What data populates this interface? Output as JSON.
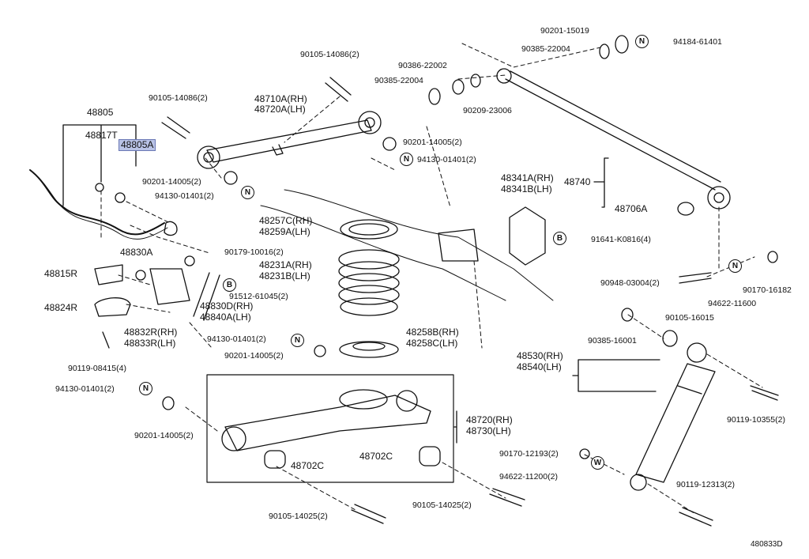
{
  "labels": {
    "p90201_15019": "90201-15019",
    "p90385_22004a": "90385-22004",
    "p94184_61401": "94184-61401",
    "p90386_22002": "90386-22002",
    "p90385_22004b": "90385-22004",
    "p90209_23006": "90209-23006",
    "p90105_14086a": "90105-14086(2)",
    "p90105_14086b": "90105-14086(2)",
    "p48710A": "48710A(RH)",
    "p48720A": "48720A(LH)",
    "p48805": "48805",
    "p48817T": "48817T",
    "p48805A": "48805A",
    "p90201_14005a": "90201-14005(2)",
    "p94130_01401a": "94130-01401(2)",
    "p90201_14005b": "90201-14005(2)",
    "p94130_01401b": "94130-01401(2)",
    "p48341A": "48341A(RH)",
    "p48341B": "48341B(LH)",
    "p48740": "48740",
    "p48706A": "48706A",
    "p48257C": "48257C(RH)",
    "p48259A": "48259A(LH)",
    "p91641": "91641-K0816(4)",
    "p90179": "90179-10016(2)",
    "p48830A": "48830A",
    "p48815R": "48815R",
    "p48231A": "48231A(RH)",
    "p48231B": "48231B(LH)",
    "p91512": "91512-61045(2)",
    "p48830D": "48830D(RH)",
    "p48840A": "48840A(LH)",
    "p48824R": "48824R",
    "p90948": "90948-03004(2)",
    "p90105_16015": "90105-16015",
    "p94622_11600": "94622-11600",
    "p90170_16182": "90170-16182",
    "p48832R": "48832R(RH)",
    "p48833R": "48833R(LH)",
    "p94130_01401c": "94130-01401(2)",
    "p90201_14005c": "90201-14005(2)",
    "p48258B": "48258B(RH)",
    "p48258C": "48258C(LH)",
    "p90119_08415": "90119-08415(4)",
    "p48530": "48530(RH)",
    "p48540": "48540(LH)",
    "p90385_16001": "90385-16001",
    "p94130_01401d": "94130-01401(2)",
    "p90201_14005d": "90201-14005(2)",
    "p48720": "48720(RH)",
    "p48730": "48730(LH)",
    "p90119_10355": "90119-10355(2)",
    "p48702C_a": "48702C",
    "p48702C_b": "48702C",
    "p90170_12193": "90170-12193(2)",
    "p94622_11200": "94622-11200(2)",
    "p90119_12313": "90119-12313(2)",
    "p90105_14025a": "90105-14025(2)",
    "p90105_14025b": "90105-14025(2)",
    "diagram_code": "480833D"
  },
  "badges": {
    "n": "N",
    "b": "B",
    "w": "W"
  },
  "colors": {
    "highlight": "#b9c3e6",
    "line": "#111111"
  }
}
